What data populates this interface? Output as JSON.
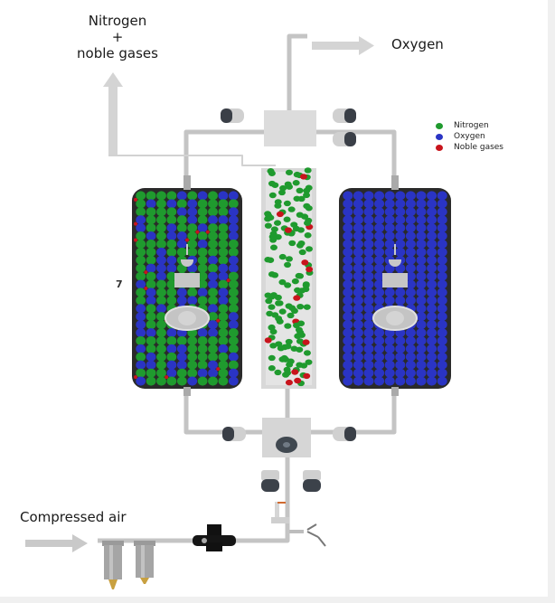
{
  "labels": {
    "nitrogen_output": [
      "Nitrogen",
      "+",
      "noble gases"
    ],
    "oxygen_output": "Oxygen",
    "compressed_air_input": "Compressed air",
    "stray_marker": "7"
  },
  "legend": [
    {
      "label": "Nitrogen",
      "color": "#1f9a2e"
    },
    {
      "label": "Oxygen",
      "color": "#2a34c4"
    },
    {
      "label": "Noble gases",
      "color": "#c8141c"
    }
  ],
  "colors": {
    "nitrogen": "#1f9a2e",
    "oxygen": "#2a34c4",
    "noble": "#c8141c",
    "pipe": "#c9c9c9",
    "arrow": "#cfcfcf"
  },
  "vessels": {
    "left": {
      "contents": "nitrogen + oxygen + noble gases (adsorbing)"
    },
    "middle": {
      "contents": "nitrogen + noble gases (flow column)"
    },
    "right": {
      "contents": "oxygen (regenerating)"
    }
  }
}
